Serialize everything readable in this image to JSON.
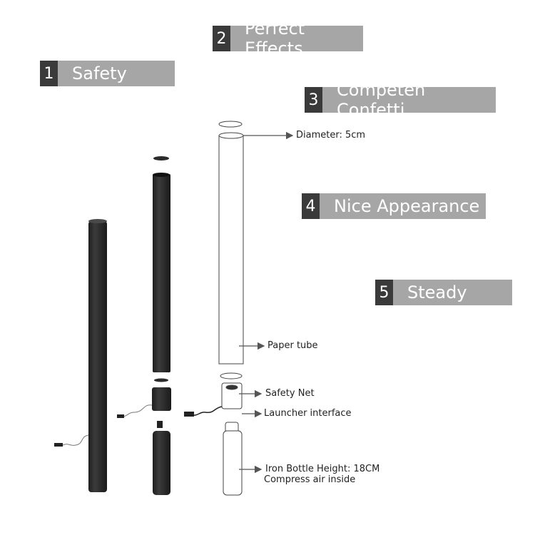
{
  "features": [
    {
      "num": "1",
      "label": "Safety"
    },
    {
      "num": "2",
      "label": "Perfect Effects"
    },
    {
      "num": "3",
      "label": "Competen Confetti"
    },
    {
      "num": "4",
      "label": "Nice Appearance"
    },
    {
      "num": "5",
      "label": "Steady"
    }
  ],
  "callouts": {
    "diameter": "Diameter: 5cm",
    "paper_tube": "Paper tube",
    "safety_net": "Safety Net",
    "launcher_interface": "Launcher interface",
    "iron_bottle": "Iron Bottle   Height: 18CM",
    "compress_air": "Compress air inside"
  },
  "colors": {
    "badge_number_bg": "#3a3a3a",
    "badge_label_bg": "#a6a6a6",
    "tube_dark": "#2b2b2b"
  }
}
